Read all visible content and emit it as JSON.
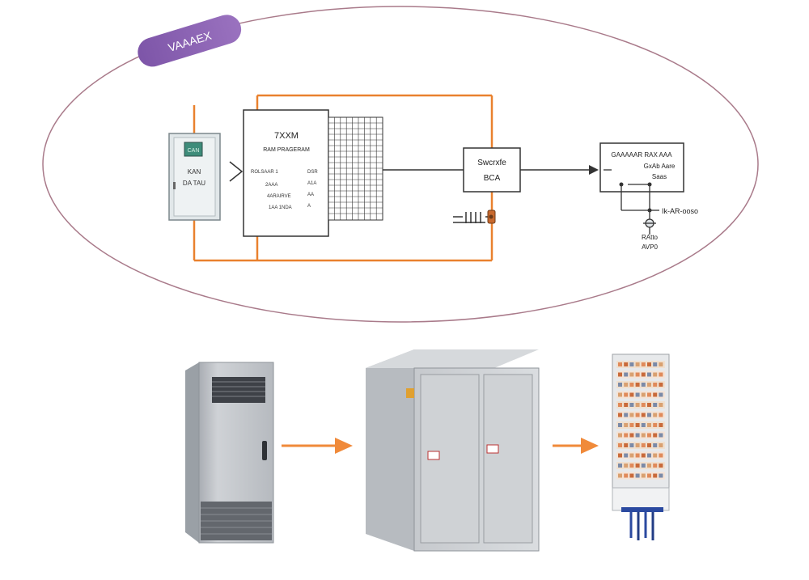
{
  "badge": {
    "label": "VAAAEX"
  },
  "main_module": {
    "title": "7XXM",
    "subtitle": "RAM PRAGERAM",
    "rows": [
      "ROLSAAR 1",
      "2AAA",
      "4ARAIRVE",
      "1AA 1NDA"
    ],
    "rows_right": [
      "DSR",
      "A1A",
      "AA",
      "A"
    ]
  },
  "controller": {
    "screen_text": "CAN",
    "line1": "KAN",
    "line2": "DA TAU"
  },
  "switch_box": {
    "line1": "Swcrxfe",
    "line2": "BCA"
  },
  "terminal_box": {
    "line1": "GAAAAAR  RAX AAA",
    "line2": "GxAb Aare",
    "line3": "Saas"
  },
  "labels": {
    "right_pipe": "Ik-AR-ooso",
    "bottom_pipe_1": "RAtto",
    "bottom_pipe_2": "AVP0"
  },
  "colors": {
    "ellipse": "#a97a8a",
    "badge": "#8d63b0",
    "circuit": "#e9812e",
    "arrow": "#f08a3a",
    "cabinet": "#c9ccd0"
  }
}
